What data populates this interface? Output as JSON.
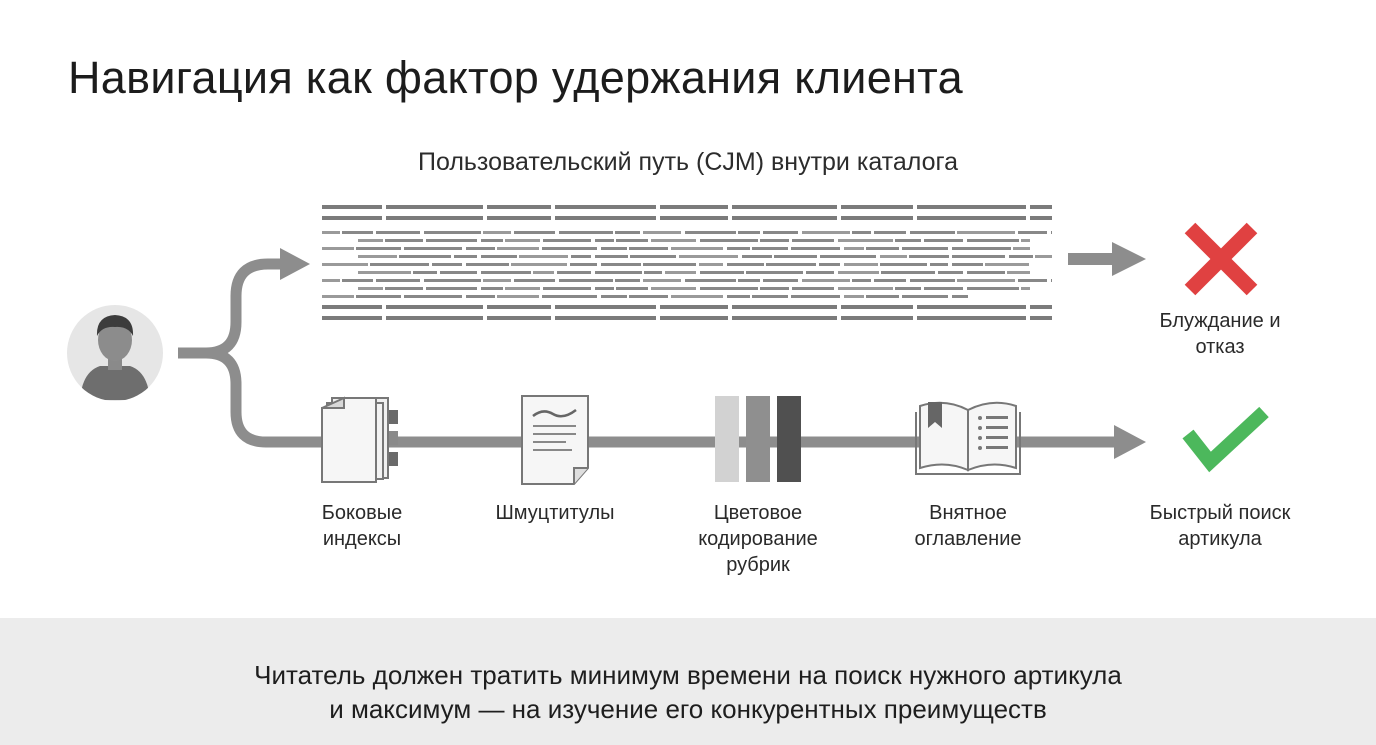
{
  "title": "Навигация как фактор удержания клиента",
  "subtitle": "Пользовательский путь (CJM) внутри каталога",
  "upper_path": {
    "outcome_label": "Блуждание и отказ",
    "outcome_icon": "red-cross-icon",
    "outcome_color": "#e04141"
  },
  "lower_path": {
    "steps": [
      {
        "label": "Боковые индексы",
        "icon": "side-index-pages-icon"
      },
      {
        "label": "Шмуцтитулы",
        "icon": "half-title-page-icon"
      },
      {
        "label": "Цветовое кодирование рубрик",
        "icon": "color-coding-bars-icon"
      },
      {
        "label": "Внятное оглавление",
        "icon": "open-book-contents-icon"
      }
    ],
    "outcome_label": "Быстрый поиск артикула",
    "outcome_icon": "green-checkmark-icon",
    "outcome_color": "#4cb85c"
  },
  "user_icon": "user-avatar-icon",
  "footer": {
    "line1": "Читатель должен тратить минимум времени на поиск нужного артикула",
    "line2": "и максимум — на изучение его конкурентных преимуществ"
  }
}
